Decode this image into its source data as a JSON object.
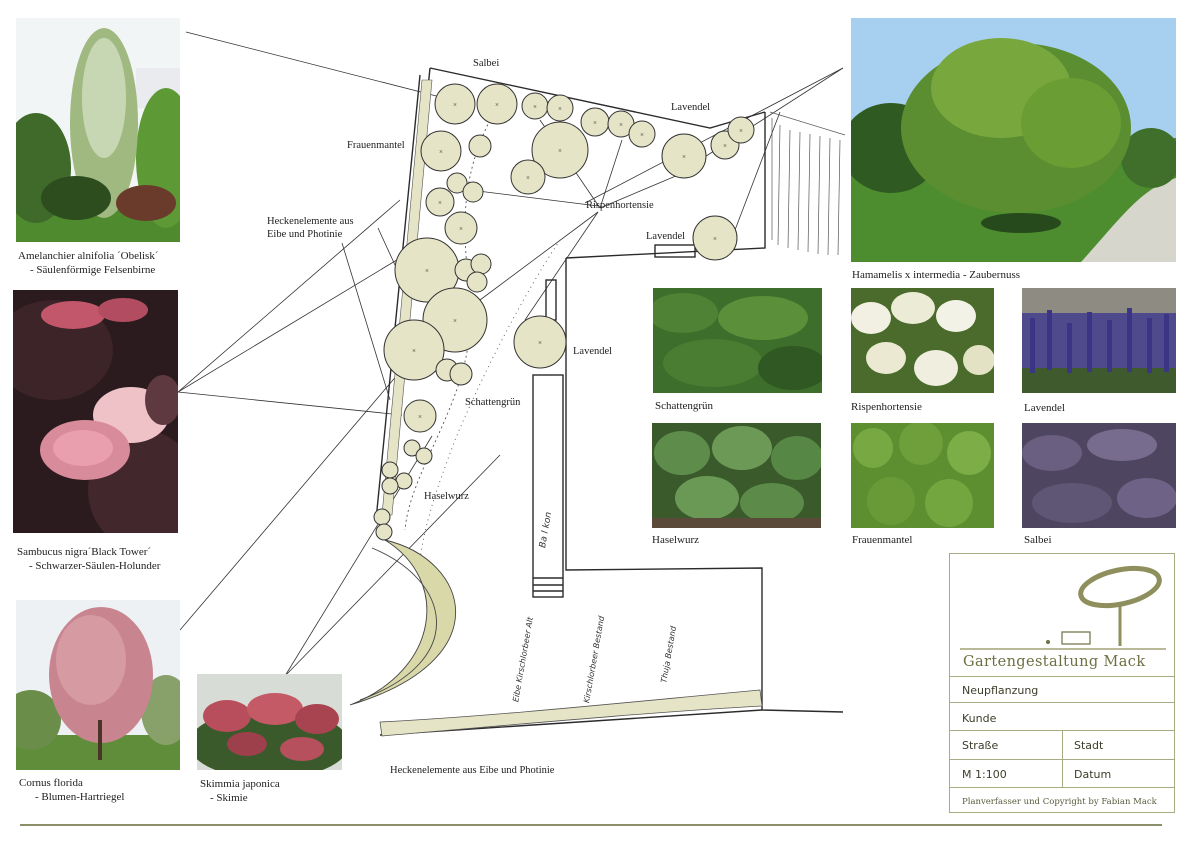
{
  "plants": {
    "amelanchier": {
      "caption1": "Amelanchier alnifolia ´Obelisk´",
      "caption2": "- Säulenförmige Felsenbirne"
    },
    "sambucus": {
      "caption1": "Sambucus nigra´Black Tower´",
      "caption2": "- Schwarzer-Säulen-Holunder"
    },
    "cornus": {
      "caption1": "Cornus florida",
      "caption2": "- Blumen-Hartriegel"
    },
    "skimmia": {
      "caption1": "Skimmia japonica",
      "caption2": "- Skimie"
    },
    "hamamelis": {
      "caption1": "Hamamelis x intermedia    - Zaubernuss"
    },
    "schattengruen": {
      "caption": "Schattengrün"
    },
    "rispenhortensie": {
      "caption": "Rispenhortensie"
    },
    "lavendel": {
      "caption": "Lavendel"
    },
    "haselwurz": {
      "caption": "Haselwurz"
    },
    "frauenmantel": {
      "caption": "Frauenmantel"
    },
    "salbei": {
      "caption": "Salbei"
    }
  },
  "plan_labels": {
    "salbei": "Salbei",
    "lavendel_top": "Lavendel",
    "frauenmantel": "Frauenmantel",
    "hecke_line1": "Heckenelemente aus",
    "hecke_line2": "Eibe und Photinie",
    "rispenhortensie": "Rispenhortensie",
    "lavendel_mid": "Lavendel",
    "lavendel_round": "Lavendel",
    "schattengruen": "Schattengrün",
    "haselwurz": "Haselwurz",
    "hecke_bottom": "Heckenelemente aus Eibe und Photinie",
    "hand_balkon": "Ba l kon",
    "hand_1": "Eibe Kirschlorbeer Alt",
    "hand_2": "Kirschlorbeer Bestand",
    "hand_3": "Thuja Bestand"
  },
  "title_block": {
    "brand": "Gartengestaltung Mack",
    "project": "Neupflanzung",
    "client": "Kunde",
    "street": "Straße",
    "city": "Stadt",
    "scale": "M 1:100",
    "date": "Datum",
    "copyright": "Planverfasser und Copyright by Fabian Mack"
  },
  "colors": {
    "accent": "#a9ab83",
    "shrub_fill": "#e6e4c6",
    "line": "#2b2b2b"
  }
}
